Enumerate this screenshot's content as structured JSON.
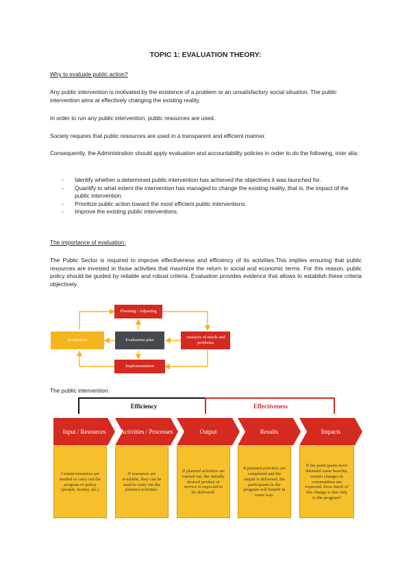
{
  "title": "TOPIC 1: EVALUATION THEORY:",
  "section1": {
    "heading": "Why to evaluate public action?",
    "para1": "Any public intervention is motivated by the existence of a problem or an unsatisfactory social situation. The public intervention aims at effectively changing the existing reality.",
    "para2": "In order to run any public intervention, public resources are used.",
    "para3": "Society requires that public resources are used in a transparent and efficient manner.",
    "para4": "Consequently, the Administration should apply evaluation and accountability policies in order to do the following, inter alia:",
    "bullets": [
      "Identify whether a determined public intervention has achieved the objectives it was launched for.",
      "Quantify to what extent the intervention has managed to change the existing reality, that is, the impact of the public intervention.",
      " Prioritize public action toward the most efficient public interventions.",
      "Improve the existing public interventions."
    ]
  },
  "section2": {
    "heading": "The importance of evaluation:",
    "para": "The Public Sector is required to improve effectiveness and efficiency of its activities.This implies ensuring that public resources are invested in those activities that maximize the return in social and economic terms. For this reason, public policy should be guided by reliable and robust criteria. Evaluation provides evidence that allows to establish these criteria objectively."
  },
  "cycle": {
    "planning": "Planning / Adjusting",
    "plan": "Evaluation plan",
    "analysis": "Analysis of needs and problems",
    "evaluation": "Evaluation",
    "implementation": "Implementation"
  },
  "section3": {
    "heading": "The public intervention:",
    "efficiency": "Efficiency",
    "effectiveness": "Effectiveness",
    "stages": [
      {
        "label": "Input / Resources",
        "desc": "Certain resources are needed to carry out the program or policy (people, money, etc.)"
      },
      {
        "label": "Activities / Processes",
        "desc": "If resources are available, they can be used to carry out the planned activities."
      },
      {
        "label": "Output",
        "desc": "If planned activities are carried out, the initially desired product or service is expected to be delivered."
      },
      {
        "label": "Results",
        "desc": "If planned activities are completed and the output is delivered, the participants in the program will benefit in some way."
      },
      {
        "label": "Impacts",
        "desc": "If the participants have obtained some benefits, certain changes in communities are expected. How much of this change is due only to the program?"
      }
    ]
  },
  "colors": {
    "red": "#d42a20",
    "yellow": "#f5b51e",
    "dark": "#454a50"
  }
}
